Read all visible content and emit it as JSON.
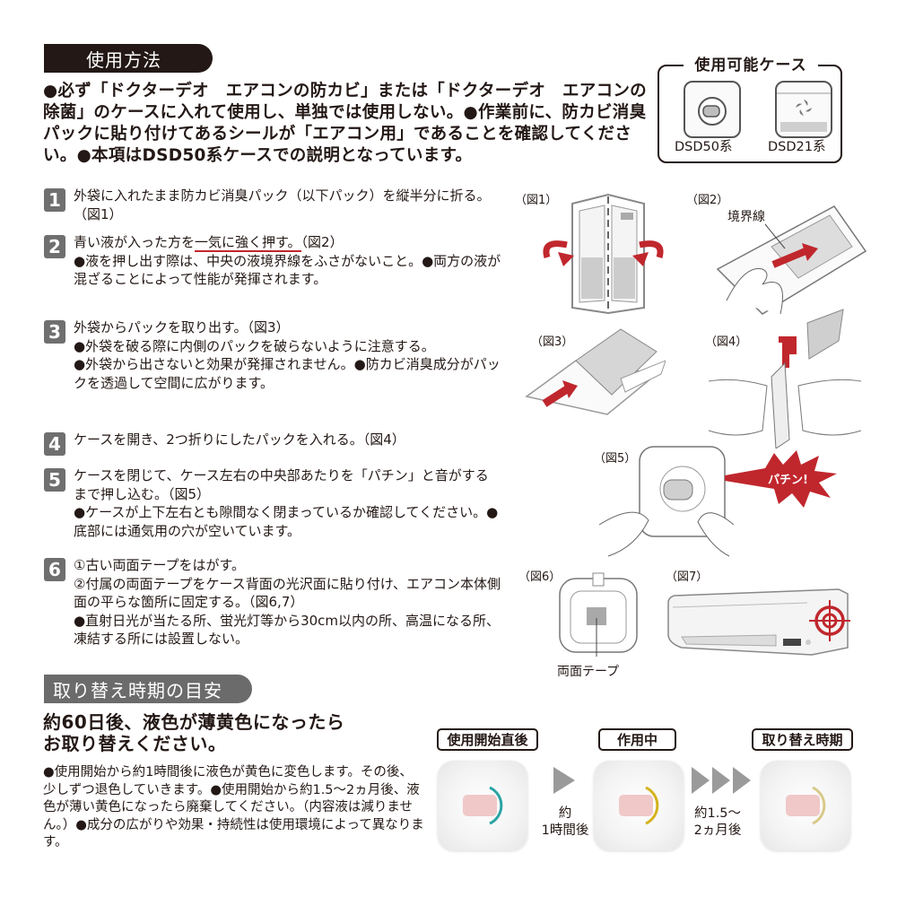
{
  "usage_section": {
    "title": "使用方法",
    "intro": "●必ず「ドクターデオ　エアコンの防カビ」または「ドクターデオ　エアコンの除菌」のケースに入れて使用し、単独では使用しない。●作業前に、防カビ消臭パックに貼り付けてあるシールが「エアコン用」であることを確認してください。●本項はDSD50系ケースでの説明となっています。"
  },
  "compatible_cases": {
    "title": "使用可能ケース",
    "items": [
      {
        "label": "DSD50系",
        "icon": "round-case-icon"
      },
      {
        "label": "DSD21系",
        "icon": "fan-case-icon"
      }
    ]
  },
  "steps": [
    {
      "num": "1",
      "lines": [
        "外袋に入れたまま防カビ消臭パック（以下パック）を縦半分に折る。（図1）"
      ]
    },
    {
      "num": "2",
      "pre": "青い液が入った方を",
      "emph": "一気に強く押す。",
      "post": "（図2）",
      "lines": [
        "●液を押し出す際は、中央の液境界線をふさがないこと。●両方の液が混ざることによって性能が発揮されます。"
      ]
    },
    {
      "num": "3",
      "lines": [
        "外袋からパックを取り出す。（図3）",
        "●外袋を破る際に内側のパックを破らないように注意する。",
        "●外袋から出さないと効果が発揮されません。●防カビ消臭成分がパックを透過して空間に広がります。"
      ]
    },
    {
      "num": "4",
      "lines": [
        "ケースを開き、2つ折りにしたパックを入れる。（図4）"
      ]
    },
    {
      "num": "5",
      "lines": [
        "ケースを閉じて、ケース左右の中央部あたりを「パチン」と音がするまで押し込む。（図5）",
        "●ケースが上下左右とも隙間なく閉まっているか確認してください。●底部には通気用の穴が空いています。"
      ]
    },
    {
      "num": "6",
      "lines": [
        "①古い両面テープをはがす。",
        "②付属の両面テープをケース背面の光沢面に貼り付け、エアコン本体側面の平らな箇所に固定する。（図6,7）",
        "●直射日光が当たる所、蛍光灯等から30cm以内の所、高温になる所、凍結する所には設置しない。"
      ]
    }
  ],
  "figures": {
    "fig1": "（図1）",
    "fig2": "（図2）",
    "fig2_callout": "境界線",
    "fig3": "（図3）",
    "fig4": "（図4）",
    "fig5": "（図5）",
    "fig5_burst": "パチン!",
    "fig6": "（図6）",
    "fig6_callout": "両面テープ",
    "fig7": "（図7）"
  },
  "replacement_section": {
    "title": "取り替え時期の目安",
    "headline_1": "約60日後、液色が薄黄色になったら",
    "headline_2": "お取り替えください。",
    "body": "●使用開始から約1時間後に液色が黄色に変色します。その後、少しずつ退色していきます。●使用開始から約1.5〜2ヵ月後、液色が薄い黄色になったら廃棄してください。（内容液は減りません。）●成分の広がりや効果・持続性は使用環境によって異なります。",
    "stages": [
      {
        "label": "使用開始直後",
        "ring_color": "#2aa3a3"
      },
      {
        "label": "作用中",
        "ring_color": "#d4b21c"
      },
      {
        "label": "取り替え時期",
        "ring_color": "#d9c98a"
      }
    ],
    "transitions": [
      {
        "line1": "約",
        "line2": "1時間後"
      },
      {
        "line1": "約1.5〜",
        "line2": "2ヵ月後"
      }
    ]
  },
  "colors": {
    "accent_red": "#c0272d",
    "dark": "#231815",
    "step_gray": "#6f6f6f"
  }
}
